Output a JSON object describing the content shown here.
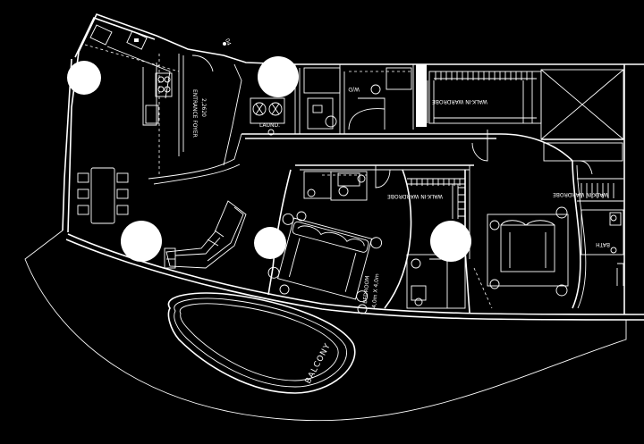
{
  "plan": {
    "labels": {
      "entrance_foyer": "ENTRANCE FOYER",
      "entrance_dim": "2,2620",
      "laundry": "LAUND.",
      "store_tag": "04",
      "wd": "W/D",
      "walkin_wardrobe_1": "WALK-IN WARDROBE",
      "walkin_wardrobe_2": "WALK-IN WARDROBE",
      "walkin_wardrobe_3": "WALK-IN WARDROBE",
      "bedroom": "BEDROOM",
      "bedroom_dim": "4,0m X 4,0m",
      "bath": "BATH",
      "balcony": "BALCONY"
    }
  }
}
